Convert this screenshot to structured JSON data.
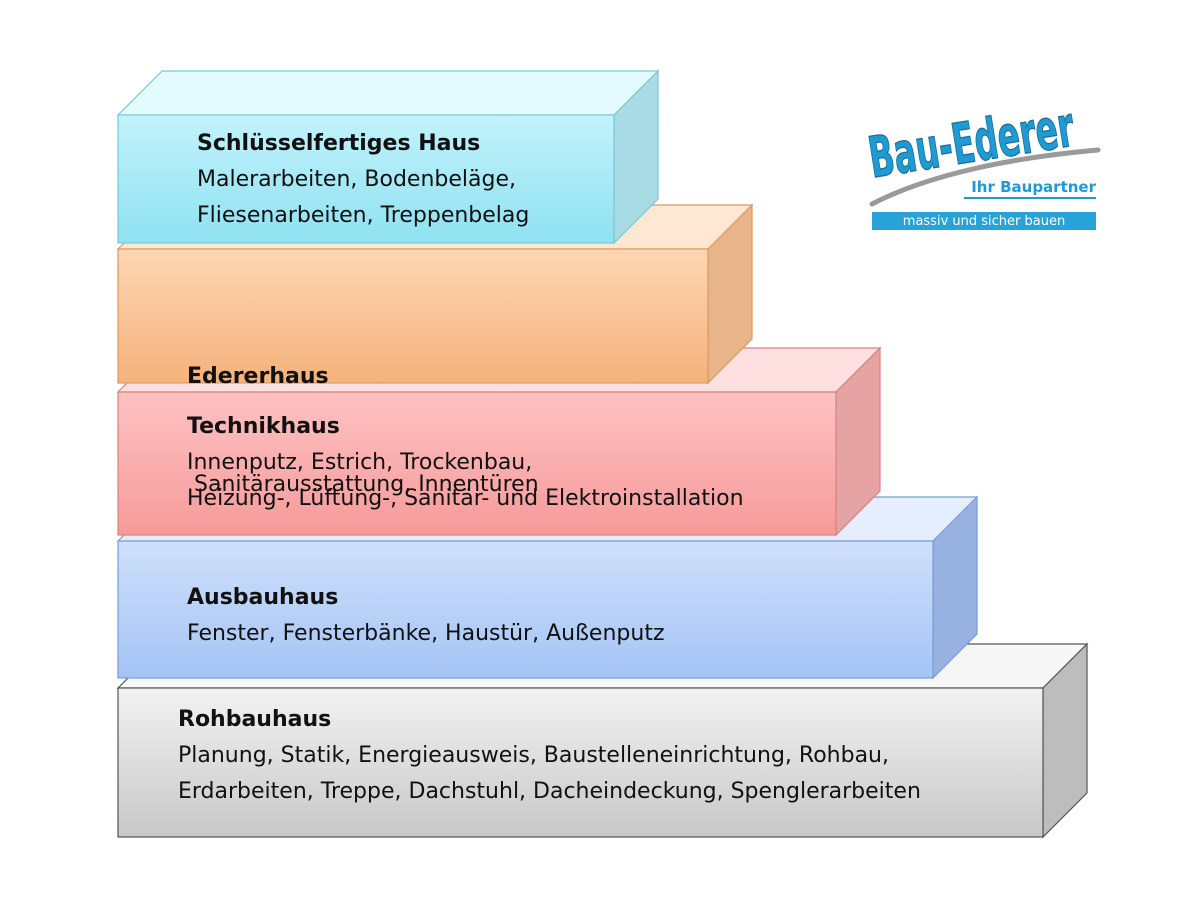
{
  "blocks": [
    {
      "id": "schluesselfertiges-haus",
      "title": "Schlüsselfertiges Haus",
      "lines": [
        "Malerarbeiten, Bodenbeläge,",
        "Fliesenarbeiten, Treppenbelag"
      ],
      "colors": {
        "front_top": "#c2f3fb",
        "front_bottom": "#8fe1f2",
        "top": "#e4fbff",
        "side": "#a9dbe5",
        "border": "#79c8da"
      }
    },
    {
      "id": "edererhaus",
      "title": "Edererhaus",
      "lines": [
        " Sanitärausstattung, Innentüren"
      ],
      "colors": {
        "front_top": "#fdd6b3",
        "front_bottom": "#f5b27c",
        "top": "#fee8d3",
        "side": "#e8b48a",
        "border": "#dc9961"
      }
    },
    {
      "id": "technikhaus",
      "title": "Technikhaus",
      "lines": [
        "Innenputz, Estrich, Trockenbau,",
        "Heizung-, Lüftung-, Sanitär- und Elektroinstallation"
      ],
      "colors": {
        "front_top": "#fdc2c2",
        "front_bottom": "#f79a9a",
        "top": "#fee0e0",
        "side": "#e6a3a3",
        "border": "#d88383"
      }
    },
    {
      "id": "ausbauhaus",
      "title": "Ausbauhaus",
      "lines": [
        "Fenster, Fensterbänke, Haustür, Außenputz"
      ],
      "colors": {
        "front_top": "#cfe0fb",
        "front_bottom": "#a4c4f5",
        "top": "#e4eefd",
        "side": "#97b2e1",
        "border": "#7a9bd5"
      }
    },
    {
      "id": "rohbauhaus",
      "title": "Rohbauhaus",
      "lines": [
        "Planung, Statik, Energieausweis, Baustelleneinrichtung, Rohbau,",
        "Erdarbeiten, Treppe, Dachstuhl, Dacheindeckung, Spenglerarbeiten"
      ],
      "colors": {
        "front_top": "#f2f2f2",
        "front_bottom": "#c8c8c8",
        "top": "#f7f7f7",
        "side": "#bdbdbd",
        "border": "#555555"
      }
    }
  ],
  "logo": {
    "name": "Bau-Ederer",
    "tagline": "Ihr Baupartner",
    "slogan": "massiv und sicher bauen",
    "colors": {
      "brand_blue": "#1f9ad2",
      "swoosh_gray": "#9a9a9a",
      "bar": "#28a3d8",
      "bar_text": "#ffffff"
    }
  }
}
